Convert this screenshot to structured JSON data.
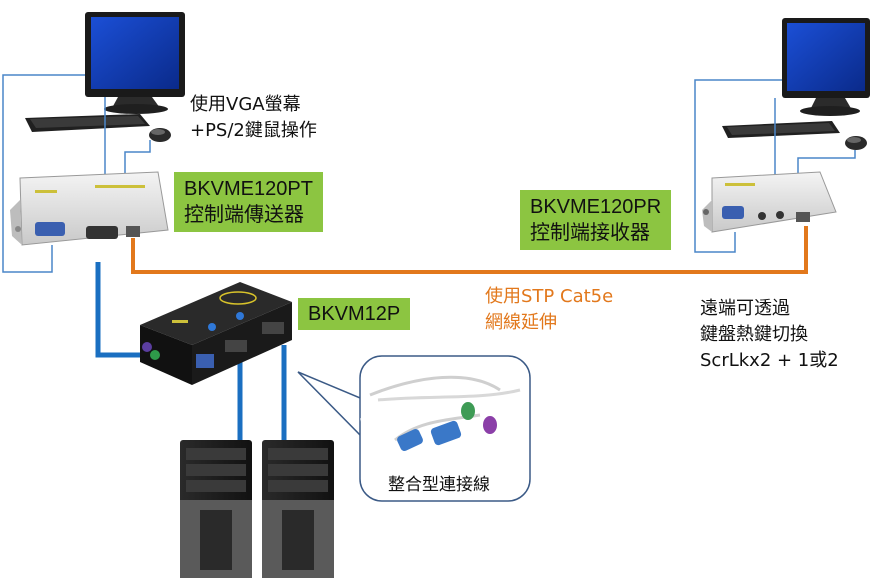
{
  "diagram": {
    "labels": {
      "local_console_note_line1": "使用VGA螢幕",
      "local_console_note_line2": "+PS/2鍵鼠操作",
      "transmitter_model": "BKVME120PT",
      "transmitter_desc": "控制端傳送器",
      "receiver_model": "BKVME120PR",
      "receiver_desc": "控制端接收器",
      "switch_model": "BKVM12P",
      "extension_note_line1": "使用STP Cat5e",
      "extension_note_line2": "網線延伸",
      "remote_note_line1": "遠端可透過",
      "remote_note_line2": "鍵盤熱鍵切換",
      "remote_note_line3": "ScrLkx2 + 1或2",
      "cable_caption": "整合型連接線"
    },
    "colors": {
      "label_bg": "#8cc541",
      "cat5_line": "#e2781c",
      "kvm_cable": "#1a6fc1",
      "console_line": "#3a7fc8"
    }
  }
}
